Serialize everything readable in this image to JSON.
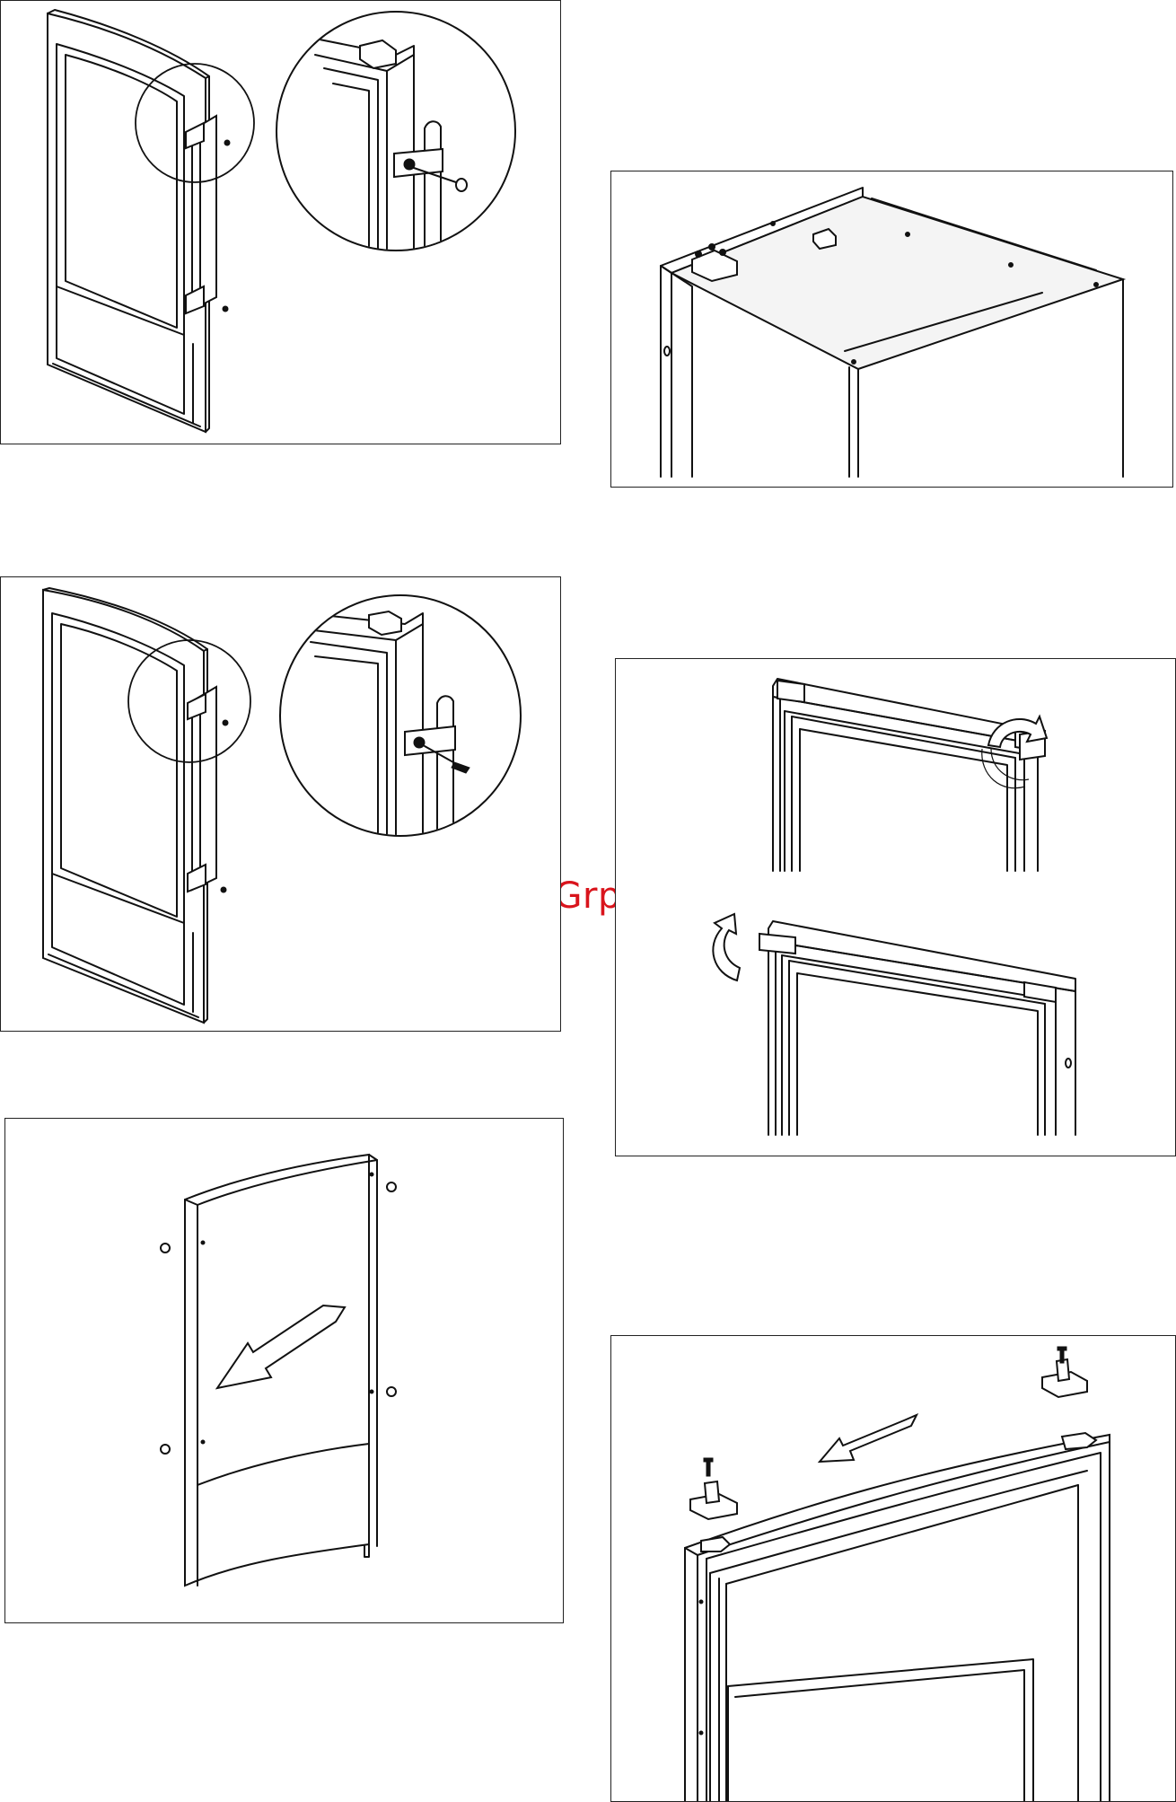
{
  "watermark": {
    "text": "McGrp.Ru",
    "color": "#d9141c"
  },
  "figures": [
    {
      "id": "door-handle-removal",
      "icons": [
        "door-icon",
        "handle-icon",
        "screw-icon",
        "magnifier-circle-icon"
      ]
    },
    {
      "id": "cabinet-top-hinge",
      "icons": [
        "cabinet-icon",
        "hinge-icon",
        "screw-icon"
      ]
    },
    {
      "id": "door-handle-refit",
      "icons": [
        "door-icon",
        "handle-icon",
        "screw-icon",
        "magnifier-circle-icon"
      ]
    },
    {
      "id": "door-cap-swap",
      "icons": [
        "door-frame-icon",
        "rotate-arrow-icon"
      ]
    },
    {
      "id": "door-hole-plugs",
      "icons": [
        "door-icon",
        "plug-icon",
        "direction-arrow-icon"
      ]
    },
    {
      "id": "top-hinge-transfer",
      "icons": [
        "door-icon",
        "hinge-icon",
        "screw-icon",
        "direction-arrow-icon"
      ]
    }
  ]
}
